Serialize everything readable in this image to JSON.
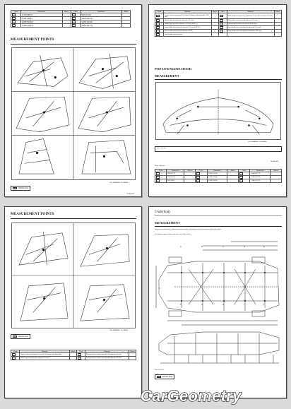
{
  "page1": {
    "table_headers": [
      "Point",
      "Dimension",
      "Metric",
      "Point",
      "Dimension",
      "Metric"
    ],
    "table_rows": [
      [
        "",
        "1,475 (58.07)",
        "",
        "",
        "540 (21.26)",
        ""
      ],
      [
        "",
        "1,165 (45.87)",
        "",
        "",
        "1,024 (40.31)",
        ""
      ],
      [
        "",
        "1,280 (50.39)",
        "",
        "",
        "1,080 (42.52)",
        ""
      ],
      [
        "",
        "1,050 (41.34)",
        "",
        "",
        "1,061 (41.77)",
        ""
      ]
    ],
    "section_title": "MEASUREMENT POINTS",
    "caption": "LLR 4B4A000F: UL 4B4E6...",
    "legend_label": "Vehicle front",
    "page_code": "UL4B4-000"
  },
  "page2": {
    "table_headers": [
      "Point",
      "Material",
      "Metric",
      "Point",
      "Material",
      "Metric"
    ],
    "table_rows": [
      [
        "",
        "Center of pin front bracket 0 ft center of fastener (flushing holes 10.0 mm)",
        "",
        "",
        "Front fender mounting hole (diameter 1.5 mm 0.6 mm holes 0.5 mm)",
        ""
      ],
      [
        "",
        "Hood hinge mounting hole diameter 10.0 mm",
        "",
        "",
        "Rear fender mounting hole (diameter 5.0 mm)",
        ""
      ],
      [
        "",
        "Hood hinge rear holes diameter 12.0 mm (0.47 in.)",
        "",
        "",
        "Pop-up hood actuator mount hole (0.43 mm)",
        ""
      ],
      [
        "",
        "Front fender mounting hole diameter 6.5 mm (0.26 in.)",
        "",
        "",
        "Front fender rear mounting hole (diameter 5.0 mm)",
        ""
      ],
      [
        "",
        "Front fender mounting hole diameter (0.26)",
        "",
        "",
        "Front fender rear mounting hole (diameter 10.0 mm)",
        ""
      ],
      [
        "",
        "Front fender mounting hole",
        "",
        "",
        "",
        ""
      ]
    ],
    "section_title": "POP UP ENGINE HOOD",
    "sub_title": "MEASUREMENT",
    "unit_note": "Unit: mm (in.)",
    "caption": "LLR 4B4A000F: UL4B4BB...",
    "page_code": "UL4B4-000",
    "table2_note": "Diam. distance",
    "table2_headers": [
      "Point",
      "Dimension",
      "Metric",
      "Point",
      "Dimension",
      "Metric",
      "Point",
      "Dimension",
      "Metric"
    ],
    "table2_rows": [
      [
        "",
        "780 (30.71)",
        "",
        "",
        "1,300 (51.18)",
        "",
        "",
        "1,060 (41.73)",
        ""
      ],
      [
        "",
        "780 (30.71)",
        "",
        "",
        "1,300 (51.18)",
        "",
        "",
        "1,030 (40.55)",
        ""
      ],
      [
        "",
        "160 (6.30)",
        "",
        "",
        "1,420 (55.91)",
        "",
        "",
        "1,060 (41.73)",
        ""
      ]
    ]
  },
  "page3": {
    "section_title": "MEASUREMENT POINTS",
    "caption": "LLR 4B4A000F: UL 4B4E6...",
    "legend_label": "Vehicle front",
    "table_headers": [
      "Point",
      "Material",
      "Metric",
      "Point",
      "Material",
      "Metric"
    ],
    "table_rows": [
      [
        "",
        "Center of pin front bracket 0 ft center of fastener pin side holes",
        "",
        "",
        "Pop-up hood actuator mounting hole diameter 6.0 mm",
        ""
      ],
      [
        "",
        "Hood hinge mounting hole diameter 6.0 mm",
        "",
        "",
        "Pop-up hood actuator mounting hole diameter 8.0 mm",
        ""
      ]
    ]
  },
  "page4": {
    "header_title": "Underbody",
    "section_title": "MEASUREMENT",
    "intro_line": "Dimensions marked with * indicate symmetrical points. Dimensions are from the ground side of the vehicle.",
    "intro_line2": "The following figures indicate the base view of the vehicle.",
    "unit_note": "Unit: mm (in.)",
    "legend_label": "Vehicle front",
    "callouts": [
      "A",
      "B",
      "C",
      "D",
      "E",
      "F",
      "G",
      "H",
      "I",
      "J",
      "K"
    ]
  },
  "watermark": "CarGeometry"
}
